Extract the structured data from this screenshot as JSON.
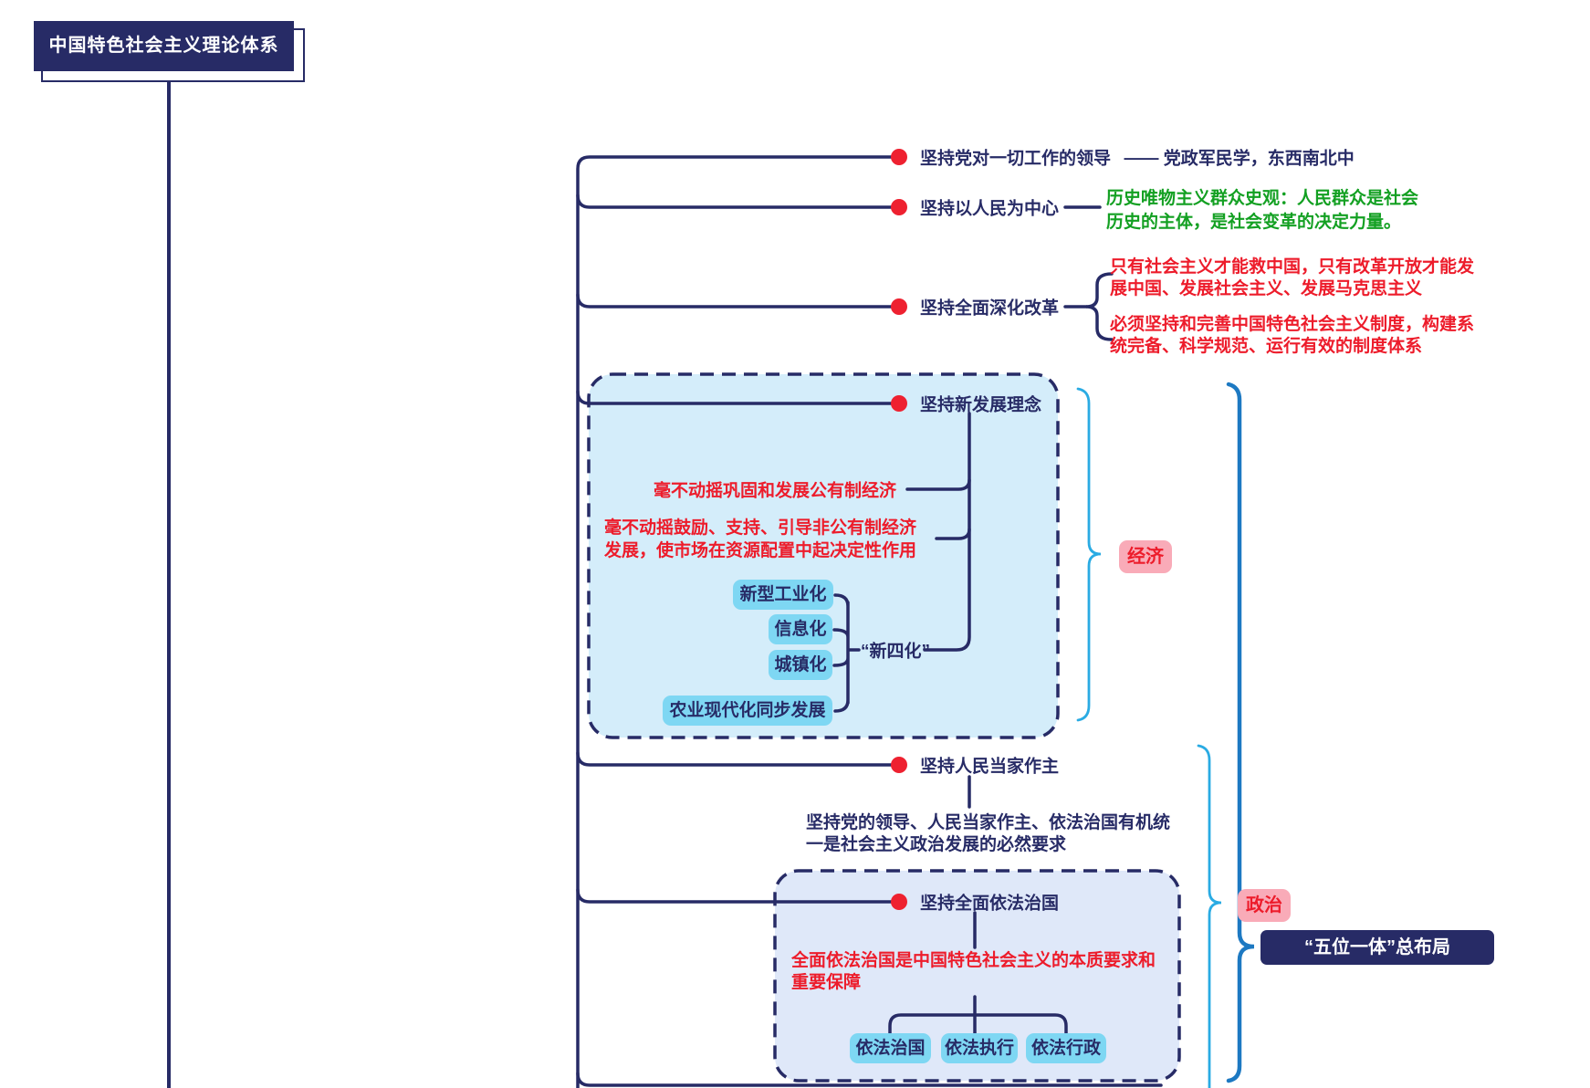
{
  "root": {
    "title": "中国特色社会主义理论体系"
  },
  "branches": {
    "party_leadership": {
      "label": "坚持党对一切工作的领导",
      "note": "—— 党政军民学，东西南北中"
    },
    "people_centered": {
      "label": "坚持以人民为中心",
      "note": "历史唯物主义群众史观：人民群众是社会历史的主体，是社会变革的决定力量。"
    },
    "deepen_reform": {
      "label": "坚持全面深化改革",
      "note1": "只有社会主义才能救中国，只有改革开放才能发展中国、发展社会主义、发展马克思主义",
      "note2": "必须坚持和完善中国特色社会主义制度，构建系统完备、科学规范、运行有效的制度体系"
    },
    "new_development": {
      "label": "坚持新发展理念",
      "note1": "毫不动摇巩固和发展公有制经济",
      "note2": "毫不动摇鼓励、支持、引导非公有制经济发展，使市场在资源配置中起决定性作用",
      "group_label": "“新四化”",
      "chips": [
        "新型工业化",
        "信息化",
        "城镇化",
        "农业现代化同步发展"
      ]
    },
    "people_masters": {
      "label": "坚持人民当家作主",
      "note": "坚持党的领导、人民当家作主、依法治国有机统一是社会主义政治发展的必然要求"
    },
    "rule_of_law": {
      "label": "坚持全面依法治国",
      "note": "全面依法治国是中国特色社会主义的本质要求和重要保障",
      "chips": [
        "依法治国",
        "依法执行",
        "依法行政"
      ]
    }
  },
  "badges": {
    "economy": "经济",
    "politics": "政治"
  },
  "layout_node": {
    "label": "“五位一体”总布局"
  },
  "colors": {
    "navy": "#272b66",
    "red_text": "#ed1c2b",
    "green_text": "#13a022",
    "bullet": "#ee2130",
    "cyan_brace": "#2aabe3",
    "blue_brace": "#1d79c2",
    "economy_box_bg": "#d4edfa",
    "politics_box_bg": "#dfe8f9",
    "chip_bg": "#7ed7f3",
    "badge_bg": "#f9abb8"
  }
}
